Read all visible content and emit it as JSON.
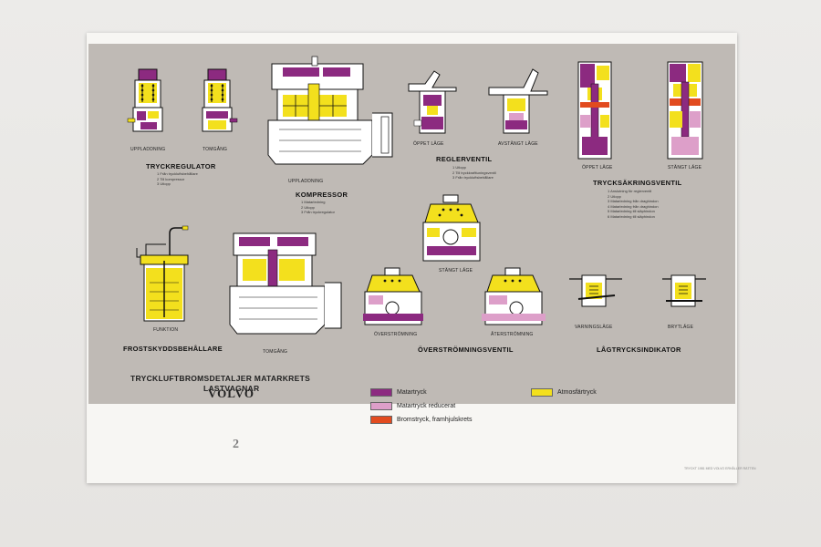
{
  "colors": {
    "matartryck": "#8c2a80",
    "matartryck_reducerat": "#dd9fc9",
    "bromstryck": "#e24b1f",
    "atmosfartryck": "#f3e01d",
    "panel": "#bfbab5",
    "sheet": "#f7f6f3"
  },
  "brand": "VOLVO",
  "title_line1": "TRYCKLUFTBROMSDETALJER MATARKRETS",
  "title_line2": "LASTVAGNAR",
  "sheet_number": "2",
  "diagrams": {
    "tryckregulator": {
      "title": "TRYCKREGULATOR",
      "captions": [
        "UPPLADDNING",
        "TOMGÅNG"
      ],
      "items": [
        "1  Från tryckluftsbehållare",
        "2  Till kompressor",
        "3  Utlopp"
      ]
    },
    "kompressor": {
      "title": "KOMPRESSOR",
      "caption": "UPPLADDNING",
      "items": [
        "1  Matarledning",
        "2  Utlopp",
        "3  Från tryckregulator"
      ]
    },
    "reglerventil": {
      "title": "REGLERVENTIL",
      "captions": [
        "ÖPPET LÄGE",
        "AVSTÄNGT LÄGE"
      ],
      "items": [
        "1  Utlopp",
        "2  Till tryckkrafttuningsventil",
        "3  Från tryckluftsbehållare"
      ]
    },
    "trycksakringsventil": {
      "title": "TRYCKSÄKRINGSVENTIL",
      "captions": [
        "ÖPPET LÄGE",
        "STÄNGT LÄGE"
      ],
      "items": [
        "1  Anslutning för reglerventil",
        "2  Utlopp",
        "3  Matarledning från draghindon",
        "4  Matarledning från draghindon",
        "5  Matarledning till släphindon",
        "6  Matarledning till släphindon"
      ]
    },
    "frostskydd": {
      "title": "FROSTSKYDDSBEHÅLLARE",
      "caption": "FUNKTION"
    },
    "kompressor_tomgang": {
      "caption": "TOMGÅNG"
    },
    "overstromningsventil": {
      "title": "ÖVERSTRÖMNINGSVENTIL",
      "captions": [
        "STÄNGT LÄGE",
        "ÖVERSTRÖMNING",
        "ÅTERSTRÖMNING"
      ]
    },
    "lagtrycksindikator": {
      "title": "LÅGTRYCKSINDIKATOR",
      "captions": [
        "VARNINGSLÄGE",
        "BRYTLÄGE"
      ]
    }
  },
  "legend": [
    {
      "label": "Matartryck",
      "color": "#8c2a80"
    },
    {
      "label": "Matartryck reducerat",
      "color": "#dd9fc9"
    },
    {
      "label": "Bromstryck, framhjulskrets",
      "color": "#e24b1f"
    },
    {
      "label": "Atmosfärtryck",
      "color": "#f3e01d"
    }
  ],
  "footnote": "TRYCKT 1981 MED VOLVO ERHÅLLER RÄTTEN"
}
